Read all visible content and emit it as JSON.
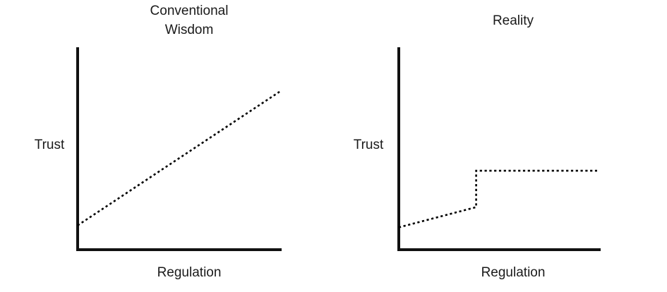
{
  "chart_data": [
    {
      "type": "line",
      "title": [
        "Conventional",
        "Wisdom"
      ],
      "xlabel": "Regulation",
      "ylabel": "Trust",
      "xlim": [
        0,
        10
      ],
      "ylim": [
        0,
        10
      ],
      "series": [
        {
          "style": "dotted",
          "color": "#000000",
          "points": [
            [
              0,
              1.2
            ],
            [
              10,
              7.8
            ]
          ]
        }
      ]
    },
    {
      "type": "line",
      "title": [
        "Reality"
      ],
      "xlabel": "Regulation",
      "ylabel": "Trust",
      "xlim": [
        0,
        10
      ],
      "ylim": [
        0,
        10
      ],
      "series": [
        {
          "style": "dotted",
          "color": "#000000",
          "points": [
            [
              0,
              1.1
            ],
            [
              3.9,
              2.1
            ],
            [
              3.9,
              3.9
            ],
            [
              10,
              3.9
            ]
          ]
        }
      ]
    }
  ]
}
